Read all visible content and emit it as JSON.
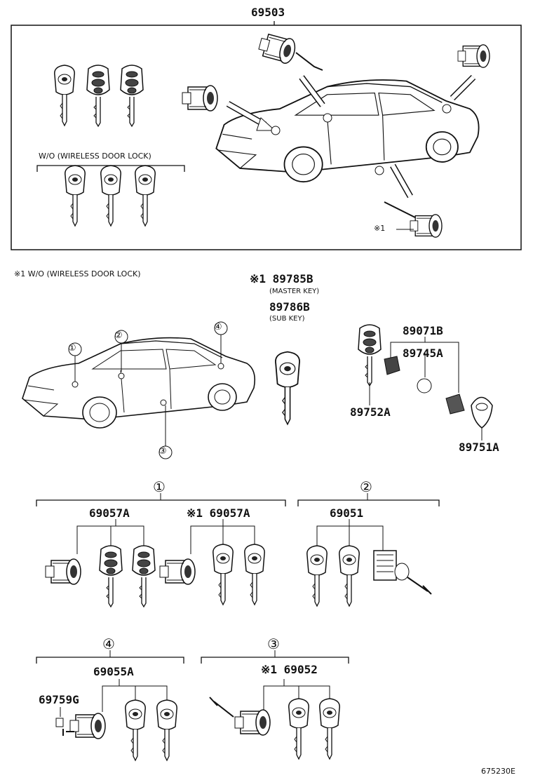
{
  "top_group": {
    "part_no": "69503",
    "wo_label": "W/O (WIRELESS DOOR LOCK)",
    "marker": "※1"
  },
  "footnote": "※1  W/O (WIRELESS DOOR LOCK)",
  "keys": {
    "master_part": "※1 89785B",
    "master_note": "(MASTER KEY)",
    "sub_part": "89786B",
    "sub_note": "(SUB KEY)"
  },
  "fob": {
    "case": "89071B",
    "part_a": "89745A",
    "part_b": "89752A",
    "part_c": "89751A"
  },
  "callouts": [
    "①",
    "②",
    "③",
    "④"
  ],
  "groups": {
    "g1": {
      "circle": "①",
      "left_part": "69057A",
      "right_part": "※1 69057A"
    },
    "g2": {
      "circle": "②",
      "part": "69051"
    },
    "g4": {
      "circle": "④",
      "part": "69055A",
      "sub_part": "69759G"
    },
    "g3": {
      "circle": "③",
      "part": "※1 69052"
    }
  },
  "figure_id": "675230E"
}
